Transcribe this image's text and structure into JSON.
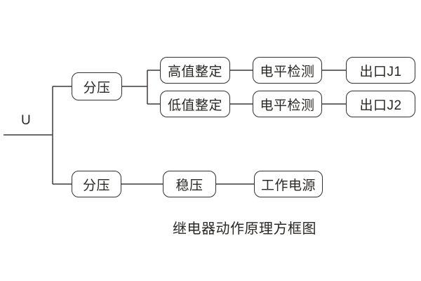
{
  "diagram": {
    "input_label": "U",
    "caption": "继电器动作原理方框图",
    "nodes": {
      "fenya_top": {
        "label": "分压"
      },
      "gaozhi": {
        "label": "高值整定"
      },
      "dianping1": {
        "label": "电平检测"
      },
      "chukou_j1": {
        "label": "出口J1"
      },
      "dizhi": {
        "label": "低值整定"
      },
      "dianping2": {
        "label": "电平检测"
      },
      "chukou_j2": {
        "label": "出口J2"
      },
      "fenya_bottom": {
        "label": "分压"
      },
      "wenya": {
        "label": "稳压"
      },
      "gongzuo": {
        "label": "工作电源"
      }
    },
    "edges": [
      {
        "from": "U",
        "to": "fenya_top"
      },
      {
        "from": "U",
        "to": "fenya_bottom"
      },
      {
        "from": "fenya_top",
        "to": "gaozhi"
      },
      {
        "from": "fenya_top",
        "to": "dizhi"
      },
      {
        "from": "gaozhi",
        "to": "dianping1"
      },
      {
        "from": "dianping1",
        "to": "chukou_j1"
      },
      {
        "from": "dizhi",
        "to": "dianping2"
      },
      {
        "from": "dianping2",
        "to": "chukou_j2"
      },
      {
        "from": "fenya_bottom",
        "to": "wenya"
      },
      {
        "from": "wenya",
        "to": "gongzuo"
      }
    ],
    "colors": {
      "background": "#ffffff",
      "line": "#3f3b38",
      "box_border": "#343130",
      "box_fill": "#ffffff",
      "text": "#2a2826"
    }
  }
}
